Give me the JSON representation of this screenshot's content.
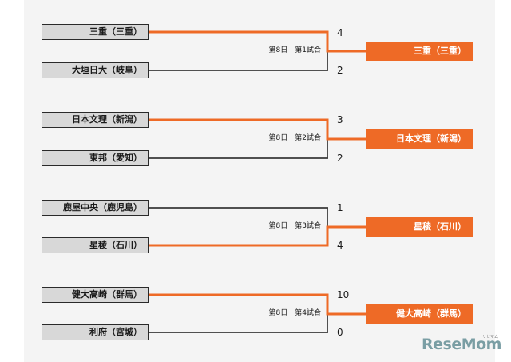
{
  "colors": {
    "winner_line": "#ee6a26",
    "loser_line": "#1a1a1a",
    "team_box": "#d8d8d8",
    "winner_box": "#ee6a26",
    "logo_teal": "#7a9ea4",
    "logo_orange": "#ee6a26"
  },
  "matches": [
    {
      "label": "第8日　第1試合",
      "top": {
        "name": "三重（三重）",
        "score": "4"
      },
      "bottom": {
        "name": "大垣日大（岐阜）",
        "score": "2"
      },
      "winner": {
        "name": "三重（三重）",
        "side": "top"
      }
    },
    {
      "label": "第8日　第2試合",
      "top": {
        "name": "日本文理（新潟）",
        "score": "3"
      },
      "bottom": {
        "name": "東邦（愛知）",
        "score": "2"
      },
      "winner": {
        "name": "日本文理（新潟）",
        "side": "top"
      }
    },
    {
      "label": "第8日　第3試合",
      "top": {
        "name": "鹿屋中央（鹿児島）",
        "score": "1"
      },
      "bottom": {
        "name": "星稜（石川）",
        "score": "4"
      },
      "winner": {
        "name": "星稜（石川）",
        "side": "bottom"
      }
    },
    {
      "label": "第8日　第4試合",
      "top": {
        "name": "健大高崎（群馬）",
        "score": "10"
      },
      "bottom": {
        "name": "利府（宮城）",
        "score": "0"
      },
      "winner": {
        "name": "健大高崎（群馬）",
        "side": "top"
      }
    }
  ],
  "logo": {
    "main_a": "Rese",
    "main_b": "Mom",
    "sub": "リセマム"
  }
}
